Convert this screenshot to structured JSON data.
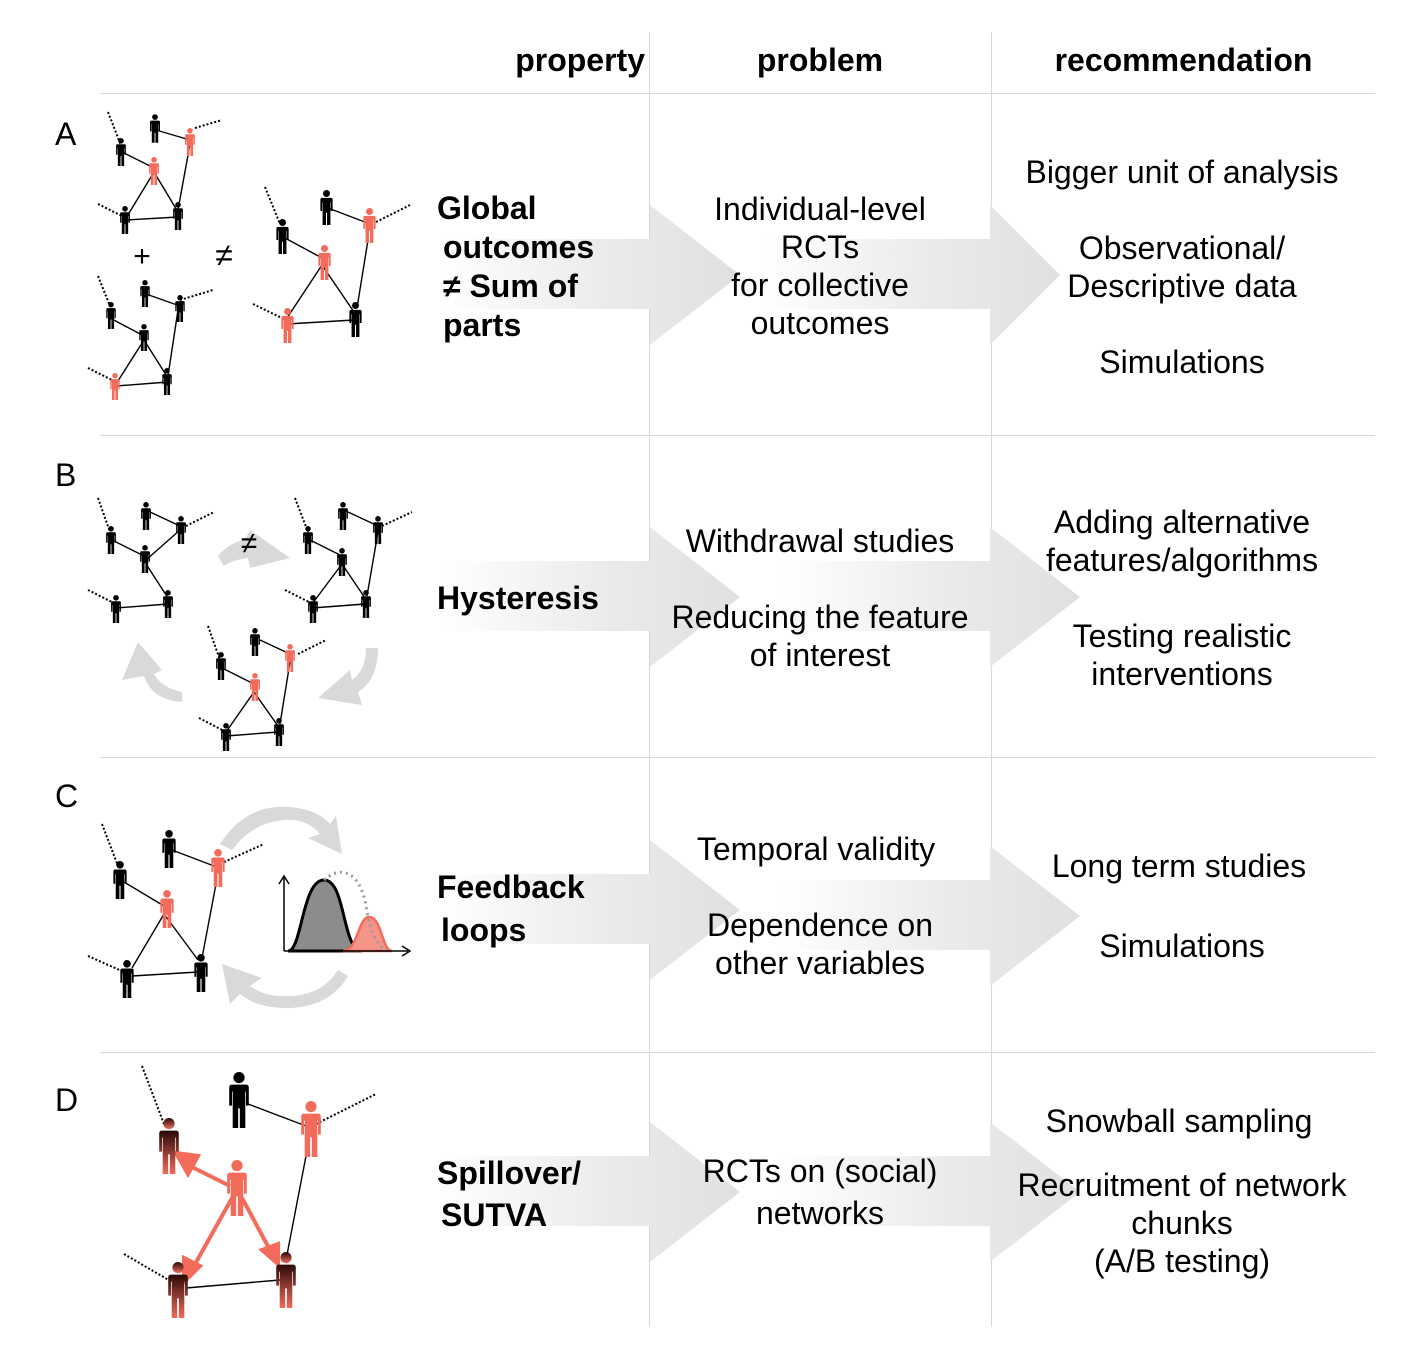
{
  "headers": {
    "property": "property",
    "problem": "problem",
    "recommendation": "recommendation"
  },
  "colors": {
    "highlight": "#f26b5b",
    "node": "#000000",
    "arrow_fill": "#d9d9d9",
    "grid_line": "#d8d8d8"
  },
  "rows": [
    {
      "label": "A",
      "property": [
        "Global",
        "outcomes",
        "≠ Sum of",
        "parts"
      ],
      "problem": [
        "Individual-level",
        "RCTs",
        "for collective",
        "outcomes"
      ],
      "recommendation": [
        "Bigger unit of analysis",
        "",
        "Observational/",
        "Descriptive data",
        "",
        "Simulations"
      ],
      "symbols": {
        "plus": "+",
        "neq": "≠"
      }
    },
    {
      "label": "B",
      "property": [
        "Hysteresis"
      ],
      "problem": [
        "Withdrawal studies",
        "",
        "Reducing the feature",
        "of interest"
      ],
      "recommendation": [
        "Adding alternative",
        "features/algorithms",
        "",
        "Testing realistic",
        "interventions"
      ],
      "symbols": {
        "neq": "≠"
      }
    },
    {
      "label": "C",
      "property": [
        "Feedback",
        "loops"
      ],
      "problem": [
        "Temporal validity",
        "",
        "Dependence on",
        "other variables"
      ],
      "recommendation": [
        "Long term studies",
        "",
        "Simulations"
      ]
    },
    {
      "label": "D",
      "property": [
        "Spillover/",
        "SUTVA"
      ],
      "problem": [
        "RCTs on (social)",
        "networks"
      ],
      "recommendation": [
        "Snowball sampling",
        "",
        "Recruitment of network",
        "chunks",
        "(A/B testing)"
      ]
    }
  ]
}
